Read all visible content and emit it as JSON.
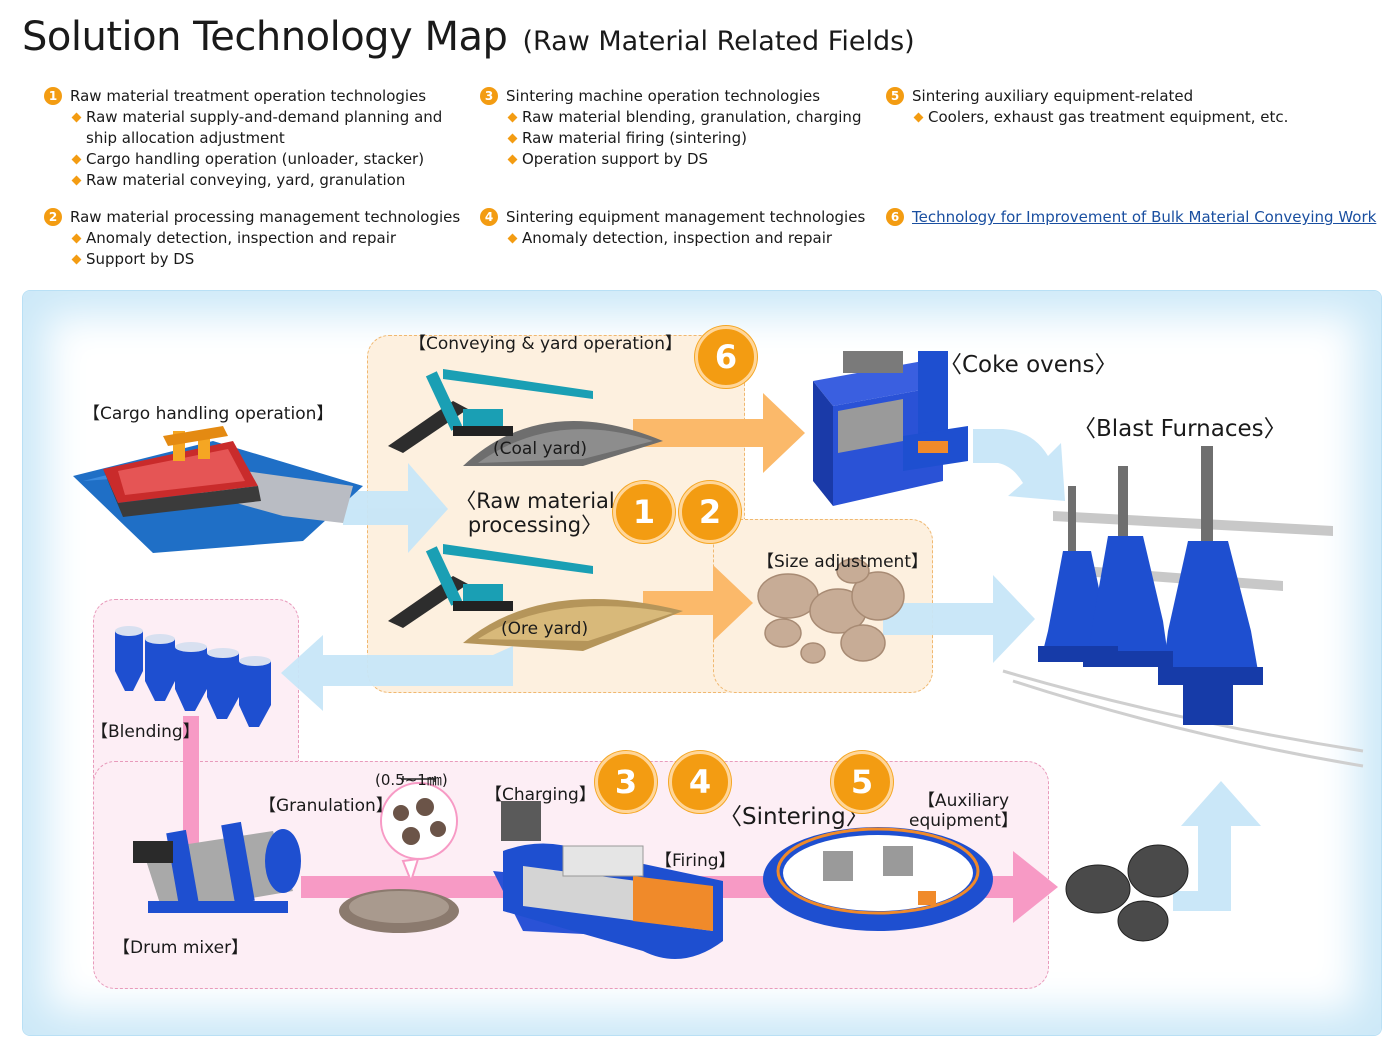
{
  "title": {
    "main": "Solution Technology Map",
    "sub": "(Raw Material Related Fields)"
  },
  "legend": [
    {
      "num": "1",
      "title": "Raw material treatment operation technologies",
      "items": [
        "Raw material supply-and-demand planning and ship allocation adjustment",
        "Cargo handling operation (unloader, stacker)",
        "Raw material conveying, yard, granulation"
      ]
    },
    {
      "num": "2",
      "title": "Raw material processing management technologies",
      "items": [
        "Anomaly detection, inspection and repair",
        "Support by DS"
      ]
    },
    {
      "num": "3",
      "title": "Sintering machine operation technologies",
      "items": [
        "Raw material blending, granulation, charging",
        "Raw material firing (sintering)",
        "Operation support by DS"
      ]
    },
    {
      "num": "4",
      "title": "Sintering equipment management technologies",
      "items": [
        "Anomaly detection, inspection and repair"
      ]
    },
    {
      "num": "5",
      "title": "Sintering auxiliary equipment-related",
      "items": [
        "Coolers, exhaust gas treatment equipment, etc."
      ]
    },
    {
      "num": "6",
      "title": "Technology for Improvement of Bulk Material Conveying Work",
      "items": []
    }
  ],
  "diagram": {
    "labels": {
      "cargo": "【Cargo handling operation】",
      "conveying": "【Conveying & yard operation】",
      "coal_yard": "(Coal yard)",
      "ore_yard": "(Ore yard)",
      "raw_proc_1": "〈Raw material",
      "raw_proc_2": "processing〉",
      "coke": "〈Coke ovens〉",
      "blast": "〈Blast Furnaces〉",
      "size_adj": "【Size adjustment】",
      "blending": "【Blending】",
      "granulation": "【Granulation】",
      "particle": "(0.5∼1㎜)",
      "charging": "【Charging】",
      "firing": "【Firing】",
      "sintering": "〈Sintering〉",
      "aux_1": "【Auxiliary",
      "aux_2": "equipment】",
      "drum": "【Drum mixer】"
    },
    "badges": [
      "6",
      "1",
      "2",
      "3",
      "4",
      "5"
    ]
  },
  "colors": {
    "accent": "#f39c12",
    "equipment_blue": "#1e4fd0",
    "flow_blue": "#c7e6f8",
    "flow_orange": "#fbb96a",
    "flow_pink": "#f79ac5",
    "link": "#1a4fa0"
  }
}
